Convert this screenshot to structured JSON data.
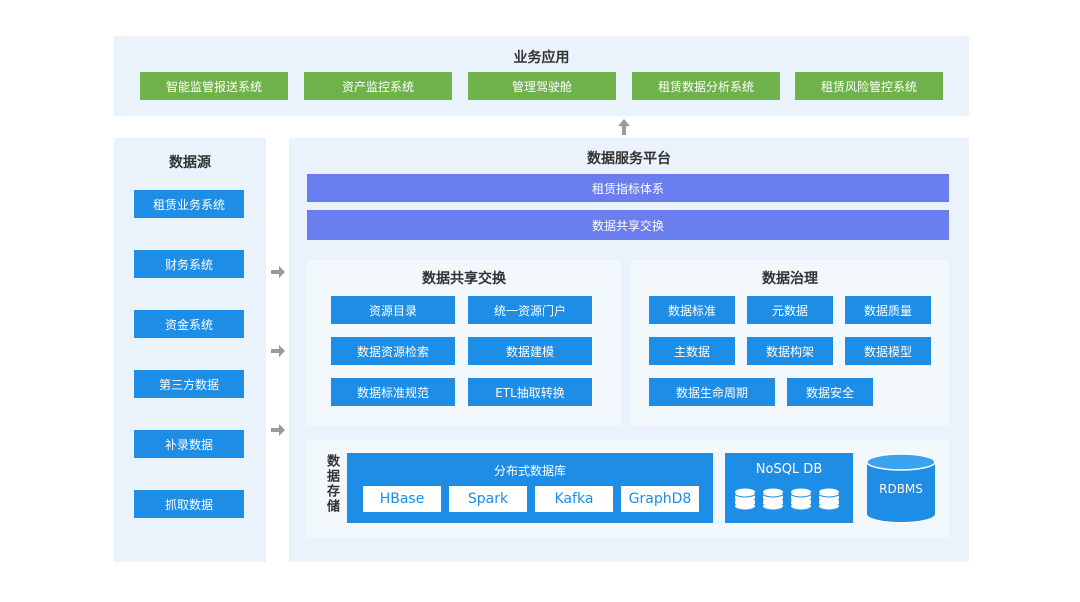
{
  "business_app": {
    "title": "业务应用",
    "items": [
      "智能监管报送系统",
      "资产监控系统",
      "管理驾驶舱",
      "租赁数据分析系统",
      "租赁风险管控系统"
    ]
  },
  "data_source": {
    "title": "数据源",
    "items": [
      "租赁业务系统",
      "财务系统",
      "资金系统",
      "第三方数据",
      "补录数据",
      "抓取数据"
    ]
  },
  "platform": {
    "title": "数据服务平台",
    "bars": [
      "租赁指标体系",
      "数据共享交换"
    ],
    "sharing": {
      "title": "数据共享交换",
      "items": [
        "资源目录",
        "统一资源门户",
        "数据资源检索",
        "数据建模",
        "数据标准规范",
        "ETL抽取转换"
      ]
    },
    "governance": {
      "title": "数据治理",
      "items": [
        "数据标准",
        "元数据",
        "数据质量",
        "主数据",
        "数据构架",
        "数据模型",
        "数据生命周期",
        "数据安全"
      ]
    },
    "storage": {
      "label": "数据存储",
      "distributed": {
        "title": "分布式数据库",
        "items": [
          "HBase",
          "Spark",
          "Kafka",
          "GraphD8"
        ]
      },
      "nosql": {
        "title": "NoSQL DB"
      },
      "rdbms": {
        "label": "RDBMS"
      }
    }
  },
  "colors": {
    "green": "#6fb14a",
    "blue": "#1d8de6",
    "purple": "#6b7ef0",
    "panel": "#eaf3fb"
  },
  "icons": [
    "arrow-up-icon",
    "arrow-right-icon",
    "database-cylinder-icon"
  ]
}
